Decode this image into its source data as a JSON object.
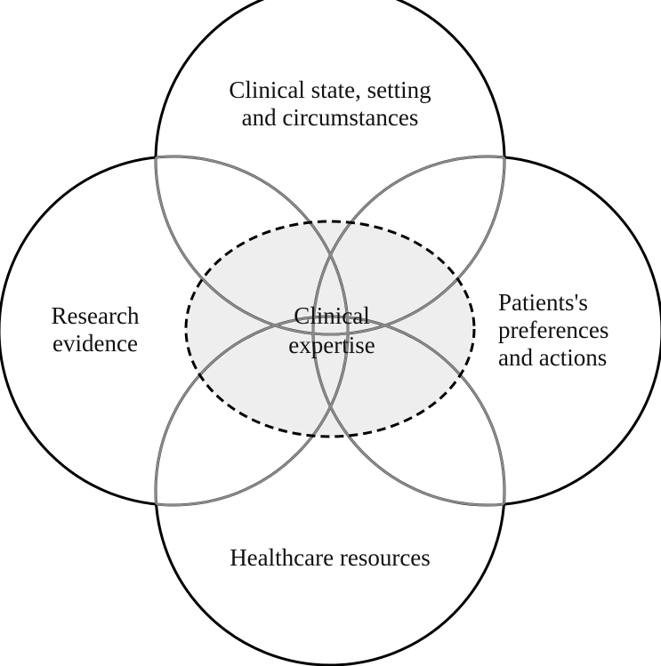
{
  "diagram": {
    "colors": {
      "outline": "#000000",
      "overlap_line": "#8a8a8a",
      "center_fill": "#eeeeee",
      "background": "#ffffff"
    },
    "circles": {
      "top": {
        "line1": "Clinical state, setting",
        "line2": "and circumstances"
      },
      "left": {
        "line1": "Research",
        "line2": "evidence"
      },
      "right": {
        "line1": "Patients's",
        "line2": "preferences",
        "line3": "and actions"
      },
      "bottom": {
        "line1": "Healthcare resources"
      }
    },
    "center": {
      "line1": "Clinical",
      "line2": "expertise"
    }
  }
}
